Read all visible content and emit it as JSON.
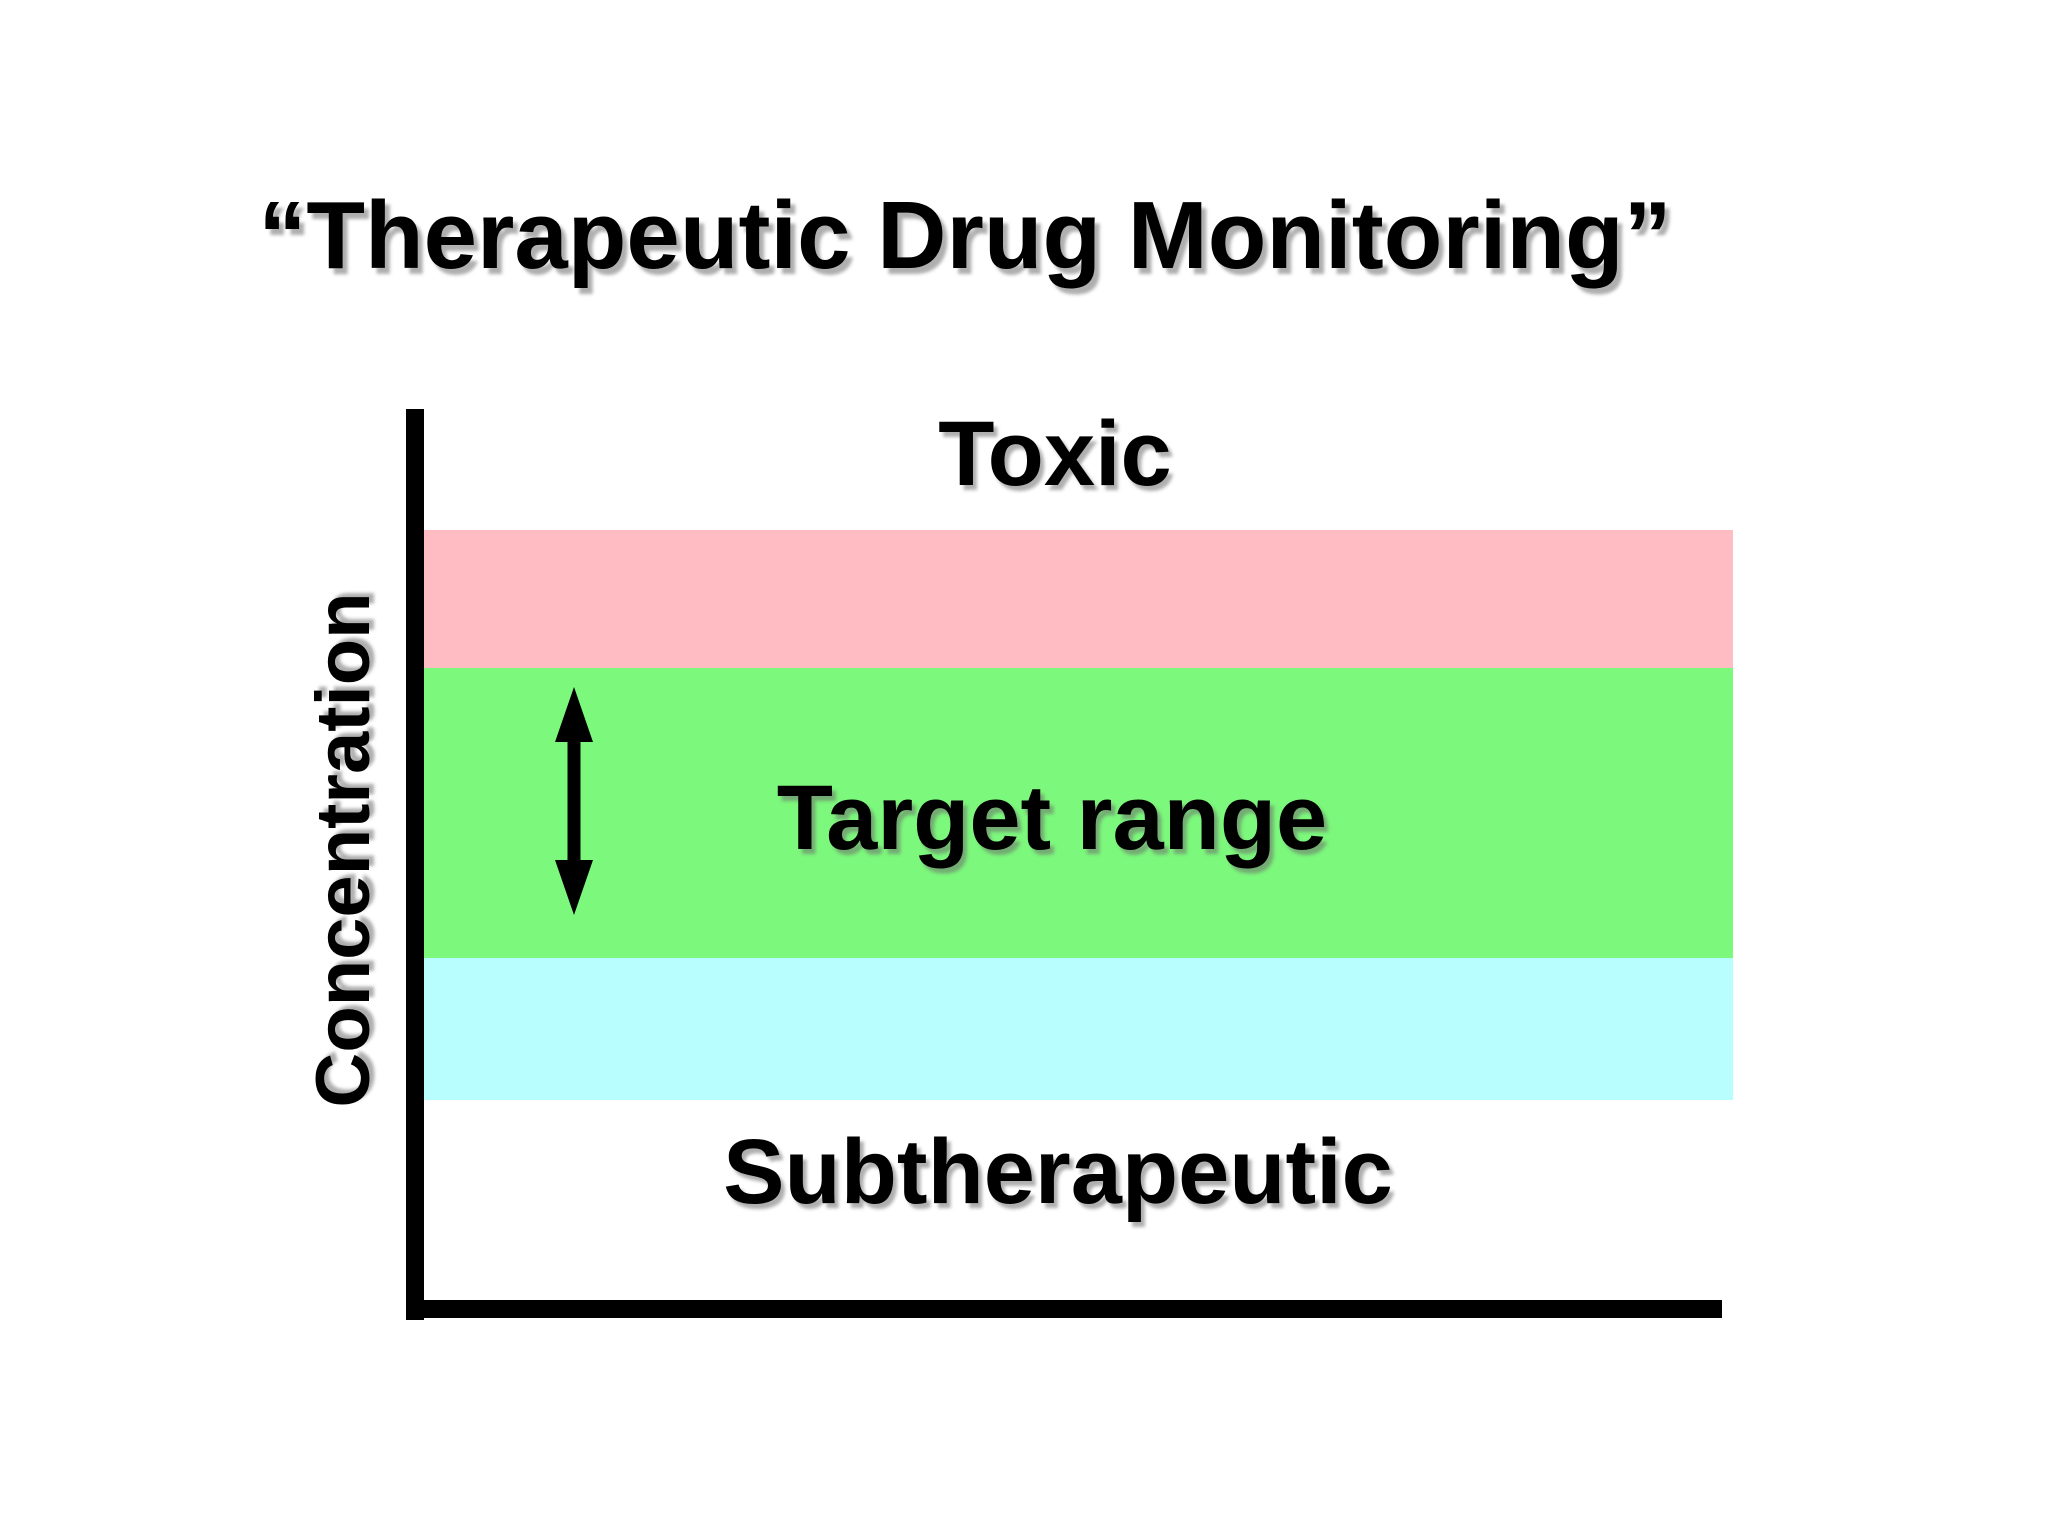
{
  "slide": {
    "title": "“Therapeutic Drug Monitoring”",
    "background_color": "#FFFFFF",
    "text_color": "#000000"
  },
  "chart": {
    "y_axis_label": "Concentration",
    "axis_color": "#000000",
    "regions": [
      {
        "id": "toxic",
        "label": "Toxic",
        "band_color": "#FFBDC3"
      },
      {
        "id": "target-range",
        "label": "Target range",
        "band_color": "#7CF87C"
      },
      {
        "id": "subtherapeutic",
        "label": "Subtherapeutic",
        "band_color": "#B8FEFE"
      }
    ],
    "relative_band_heights": [
      1,
      2,
      1
    ],
    "arrow": {
      "icon": "double-arrow-vertical-icon",
      "color": "#000000"
    }
  }
}
